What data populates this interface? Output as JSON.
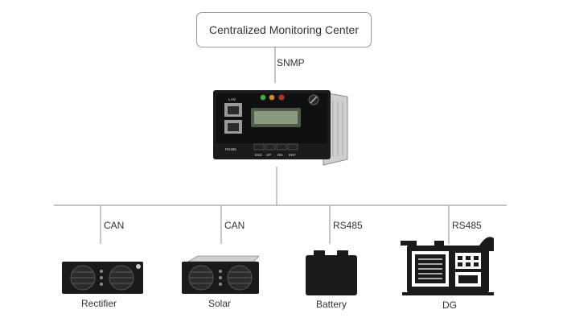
{
  "center": {
    "label": "Centralized Monitoring Center"
  },
  "links": {
    "top": "SNMP",
    "rectifier": "CAN",
    "solar": "CAN",
    "battery": "RS485",
    "dg": "RS485"
  },
  "controller": {
    "lan_label": "LAN",
    "rs485_label": "RS485",
    "buttons": [
      "ESC",
      "UP",
      "DN",
      "ENT"
    ],
    "led_colors": [
      "#3fae3a",
      "#e08a1a",
      "#d42020"
    ]
  },
  "devices": [
    {
      "label": "Rectifier",
      "icon": "rectifier-icon"
    },
    {
      "label": "Solar",
      "icon": "solar-module-icon"
    },
    {
      "label": "Battery",
      "icon": "battery-icon"
    },
    {
      "label": "DG",
      "icon": "diesel-generator-icon"
    }
  ],
  "colors": {
    "line": "#a0a0a0",
    "device": "#1a1a1a",
    "border": "#9a9a9a"
  }
}
